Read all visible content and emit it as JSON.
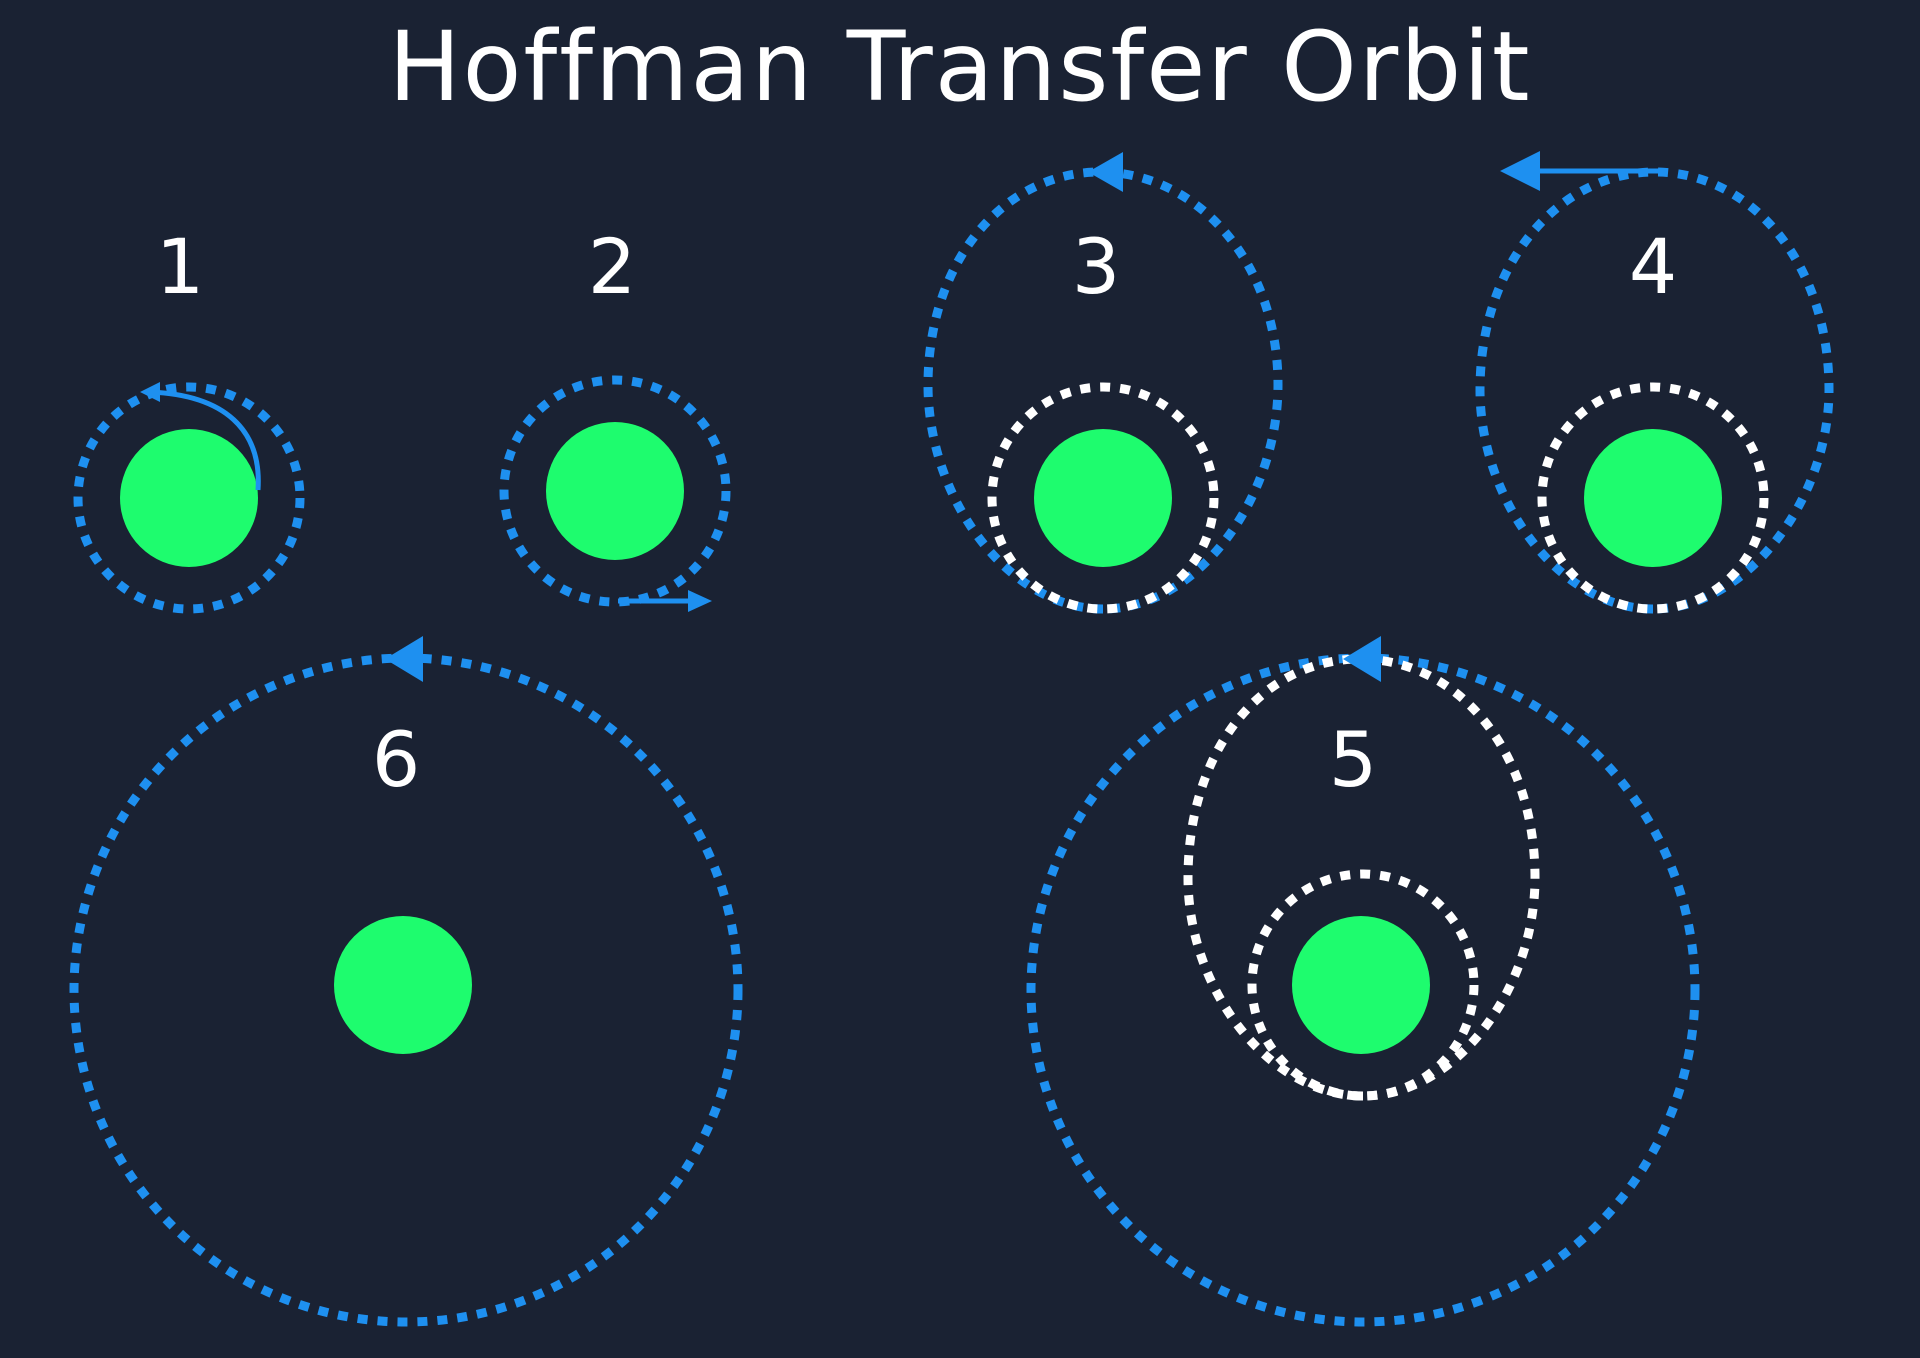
{
  "title": "Hoffman Transfer Orbit",
  "colors": {
    "background": "#1a2233",
    "planet": "#1efc6e",
    "transfer_orbit": "#1e90f0",
    "previous_orbit": "#ffffff",
    "text": "#ffffff"
  },
  "steps": [
    {
      "label": "1"
    },
    {
      "label": "2"
    },
    {
      "label": "3"
    },
    {
      "label": "4"
    },
    {
      "label": "5"
    },
    {
      "label": "6"
    }
  ]
}
